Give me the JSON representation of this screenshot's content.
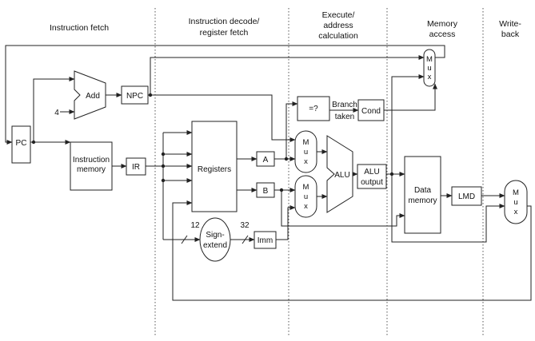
{
  "stages": {
    "fetch": [
      "Instruction fetch"
    ],
    "decode": [
      "Instruction decode/",
      "register fetch"
    ],
    "execute": [
      "Execute/",
      "address",
      "calculation"
    ],
    "memory": [
      "Memory",
      "access"
    ],
    "writeback": [
      "Write-",
      "back"
    ]
  },
  "blocks": {
    "pc": "PC",
    "add": "Add",
    "add_const": "4",
    "npc": "NPC",
    "imem": [
      "Instruction",
      "memory"
    ],
    "ir": "IR",
    "registers": "Registers",
    "reg_a": "A",
    "reg_b": "B",
    "sign_extend": [
      "Sign-",
      "extend"
    ],
    "width_in": "12",
    "width_out": "32",
    "imm": "Imm",
    "zero_test": "=?",
    "branch_taken": [
      "Branch",
      "taken"
    ],
    "cond": "Cond",
    "alu": "ALU",
    "alu_output": [
      "ALU",
      "output"
    ],
    "dmem": [
      "Data",
      "memory"
    ],
    "lmd": "LMD",
    "mux": [
      "M",
      "u",
      "x"
    ]
  }
}
